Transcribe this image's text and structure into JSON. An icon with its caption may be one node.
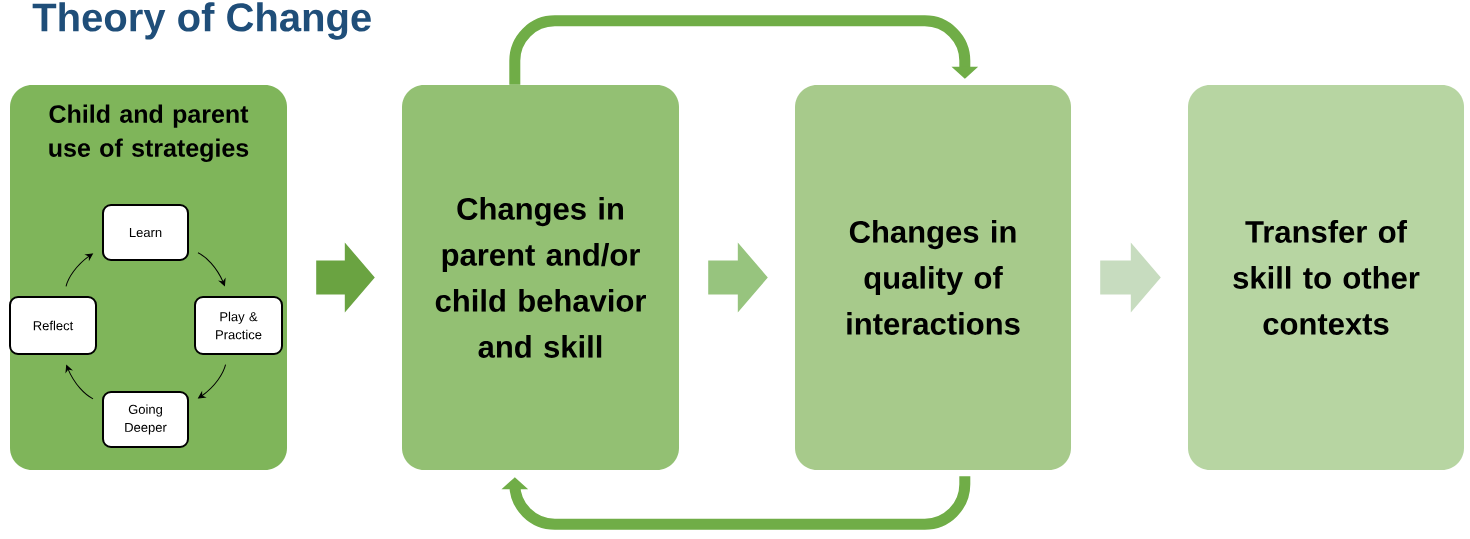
{
  "diagram": {
    "title": "Theory of Change",
    "nodes": [
      {
        "text": [
          "Child and parent use of strategies"
        ]
      },
      {
        "text": [
          "Learn"
        ],
        "in": 0
      },
      {
        "text": [
          "Play & Practice"
        ],
        "in": 0
      },
      {
        "text": [
          "Going Deeper"
        ],
        "in": 0
      },
      {
        "text": [
          "Reflect"
        ],
        "in": 0
      },
      {
        "text": [
          "Changes in parent and/or child behavior and skill"
        ]
      },
      {
        "text": [
          "Changes in quality of interactions"
        ]
      },
      {
        "text": [
          "Transfer of skill to other contexts"
        ]
      }
    ],
    "edges": [
      {
        "from": 1,
        "to": 2,
        "arrow": "to"
      },
      {
        "from": 2,
        "to": 3,
        "arrow": "to"
      },
      {
        "from": 3,
        "to": 4,
        "arrow": "to"
      },
      {
        "from": 4,
        "to": 1,
        "arrow": "to"
      },
      {
        "from": 0,
        "to": 5,
        "arrow": "to",
        "color": "#6aa341"
      },
      {
        "from": 5,
        "to": 6,
        "arrow": "to",
        "color": "#97c47e"
      },
      {
        "from": 6,
        "to": 7,
        "arrow": "to",
        "color": "#c7dcbf"
      },
      {
        "from": 5,
        "to": 6,
        "arrow": "to",
        "style": "thick",
        "color": "#70ad47"
      },
      {
        "from": 6,
        "to": 5,
        "arrow": "to",
        "style": "thick",
        "color": "#70ad47"
      }
    ]
  }
}
